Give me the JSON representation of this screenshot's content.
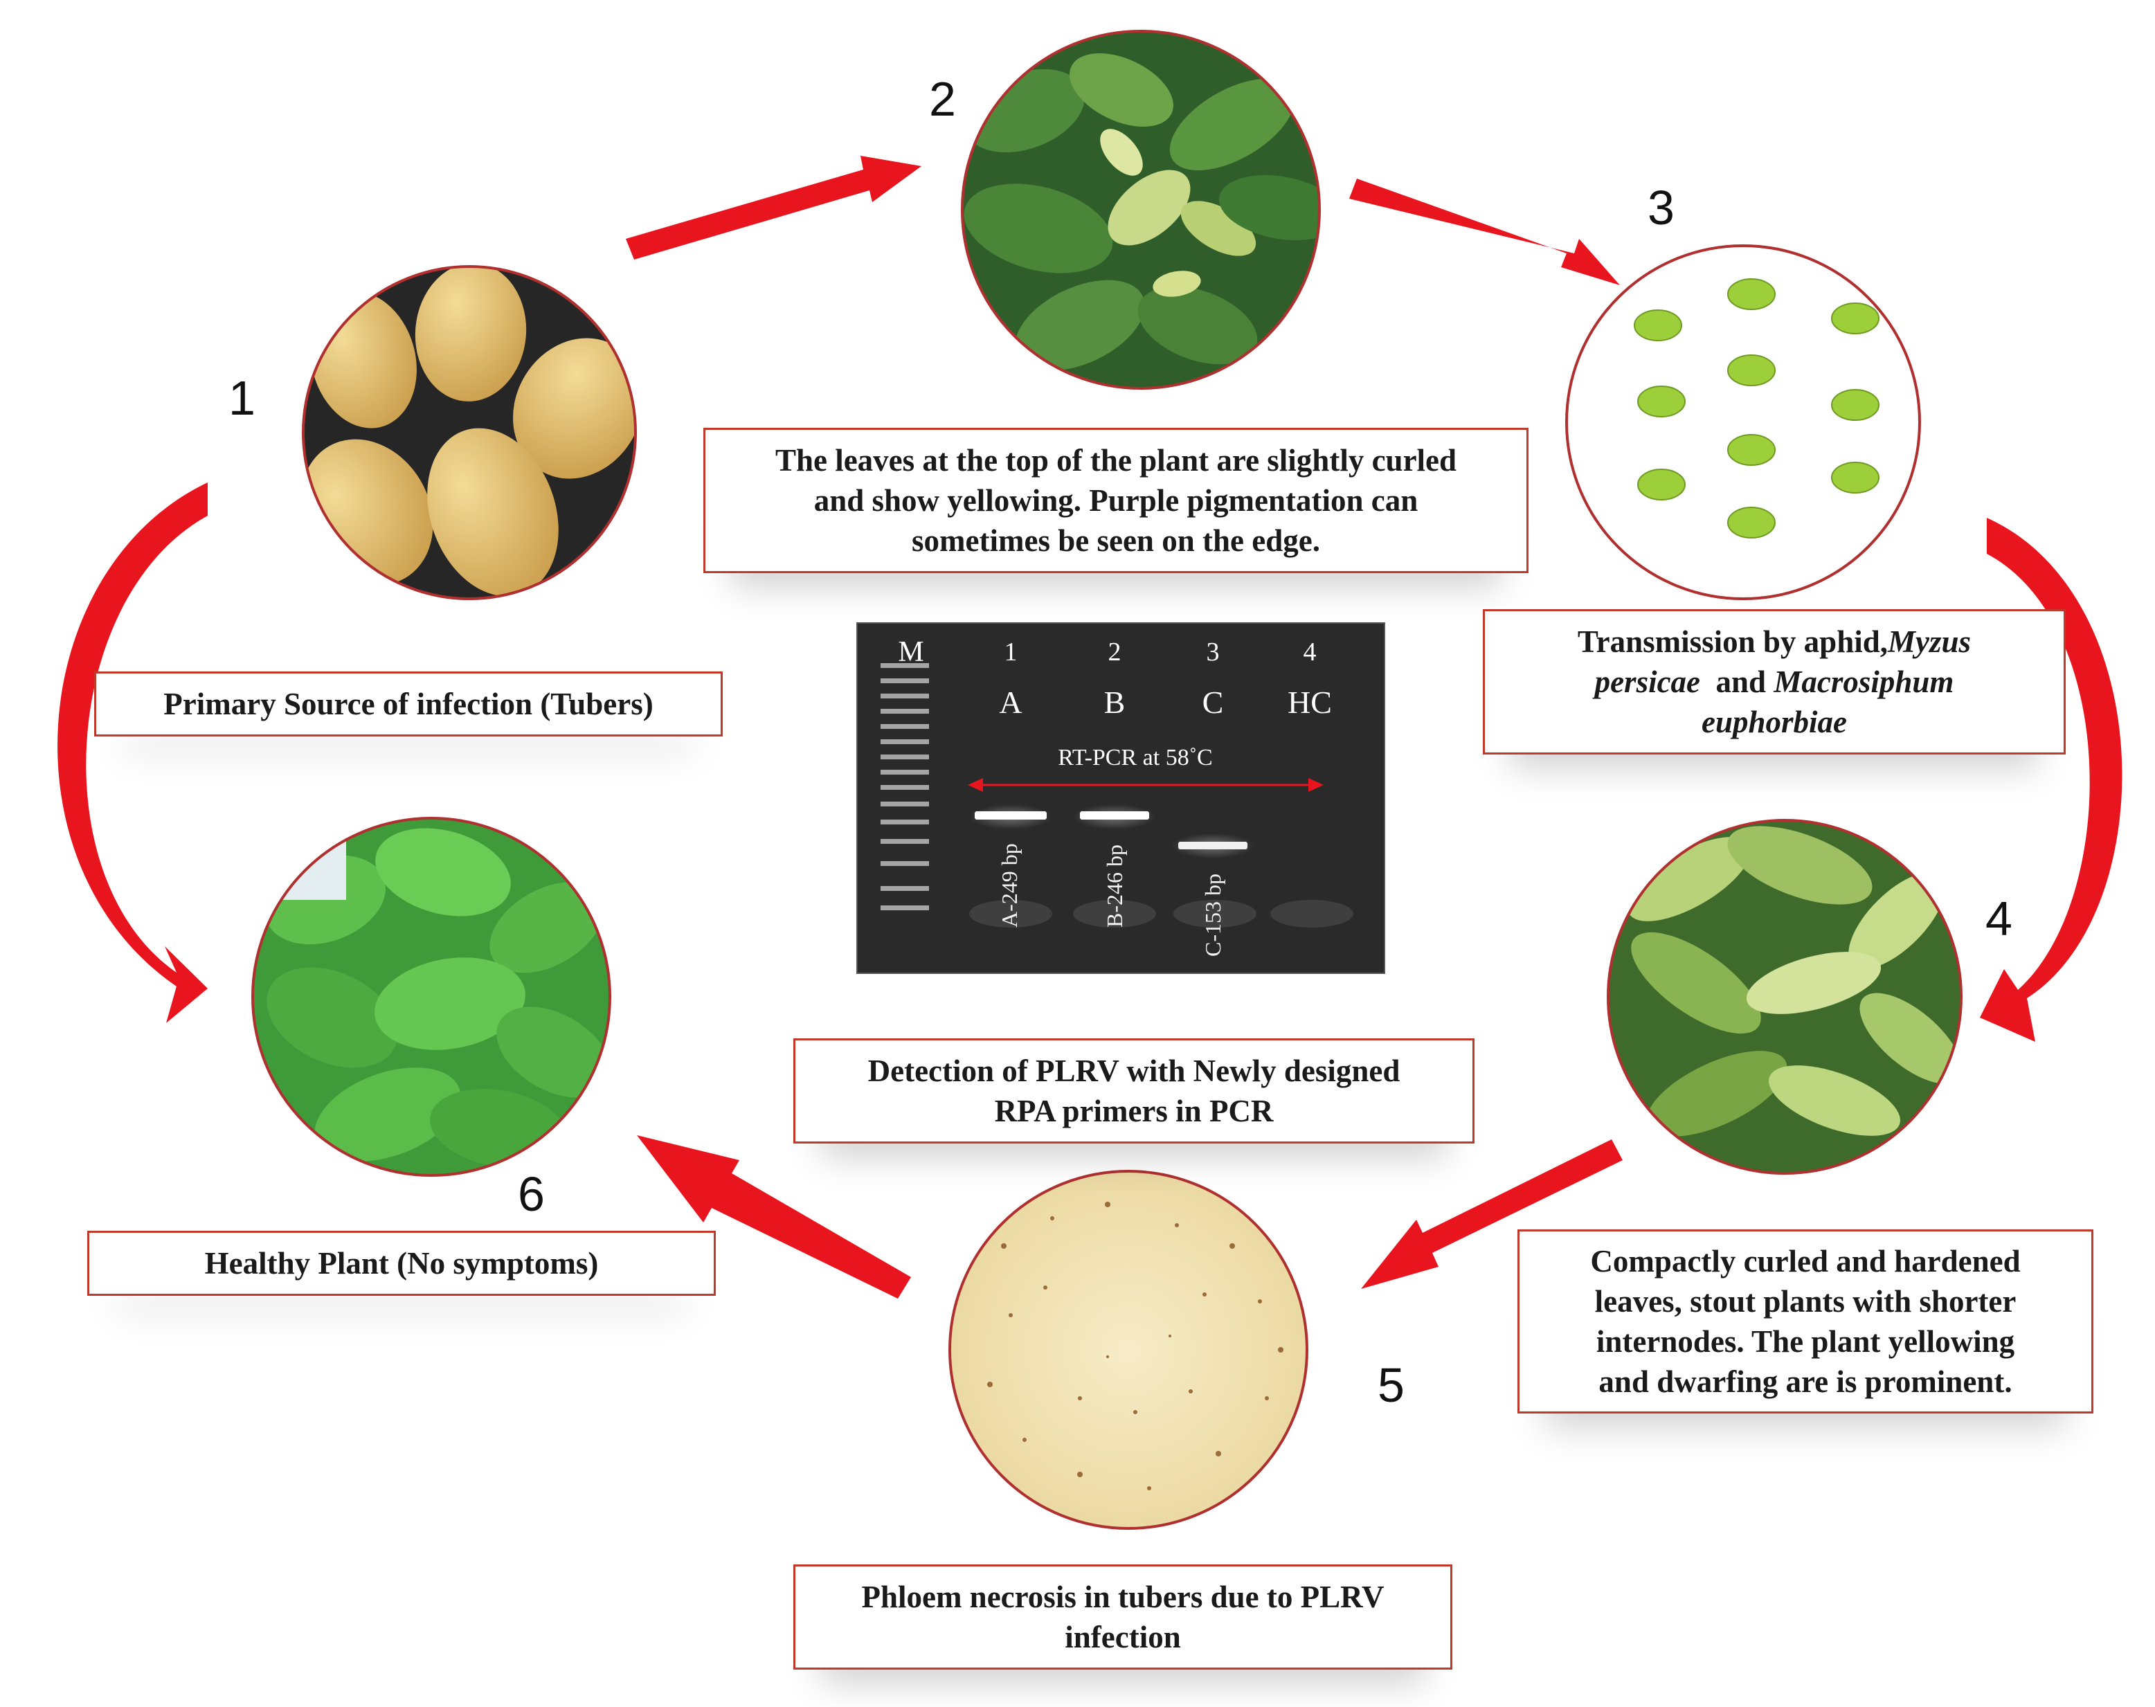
{
  "steps": [
    {
      "num": "1",
      "caption": "Primary Source of infection (Tubers)",
      "image": "potato-tubers"
    },
    {
      "num": "2",
      "caption_lines": [
        "The leaves at the top of the plant are slightly curled",
        "and show yellowing. Purple pigmentation can",
        "sometimes be seen on the edge."
      ],
      "image": "curled-yellow-leaves"
    },
    {
      "num": "3",
      "caption_line1_prefix": "Transmission by aphid,",
      "species1_a": "Myzus",
      "species1_b": "persicae",
      "conj": "and",
      "species2_a": "Macrosiphum",
      "species2_b": "euphorbiae",
      "image": "aphids"
    },
    {
      "num": "4",
      "caption_lines": [
        "Compactly curled and hardened",
        "leaves, stout plants with shorter",
        "internodes. The plant yellowing",
        "and dwarfing are is  prominent."
      ],
      "image": "curled-plant"
    },
    {
      "num": "5",
      "caption_lines": [
        "Phloem necrosis in tubers due to PLRV",
        "infection"
      ],
      "image": "tuber-cross-section"
    },
    {
      "num": "6",
      "caption": "Healthy Plant (No symptoms)",
      "image": "healthy-plant"
    }
  ],
  "gel": {
    "marker": "M",
    "lanes": [
      {
        "num": "1",
        "letter": "A",
        "band": "A-249 bp"
      },
      {
        "num": "2",
        "letter": "B",
        "band": "B-246 bp"
      },
      {
        "num": "3",
        "letter": "C",
        "band": "C-153 bp"
      },
      {
        "num": "4",
        "letter": "HC",
        "band": ""
      }
    ],
    "range_label": "RT-PCR at 58˚C"
  },
  "center_caption_lines": [
    "Detection of PLRV with Newly designed",
    "RPA primers in PCR"
  ],
  "colors": {
    "arrow": "#e8141e",
    "box_border": "#c0392b",
    "gel_bg": "#2a2a2a",
    "circle_border": "#b03030"
  }
}
